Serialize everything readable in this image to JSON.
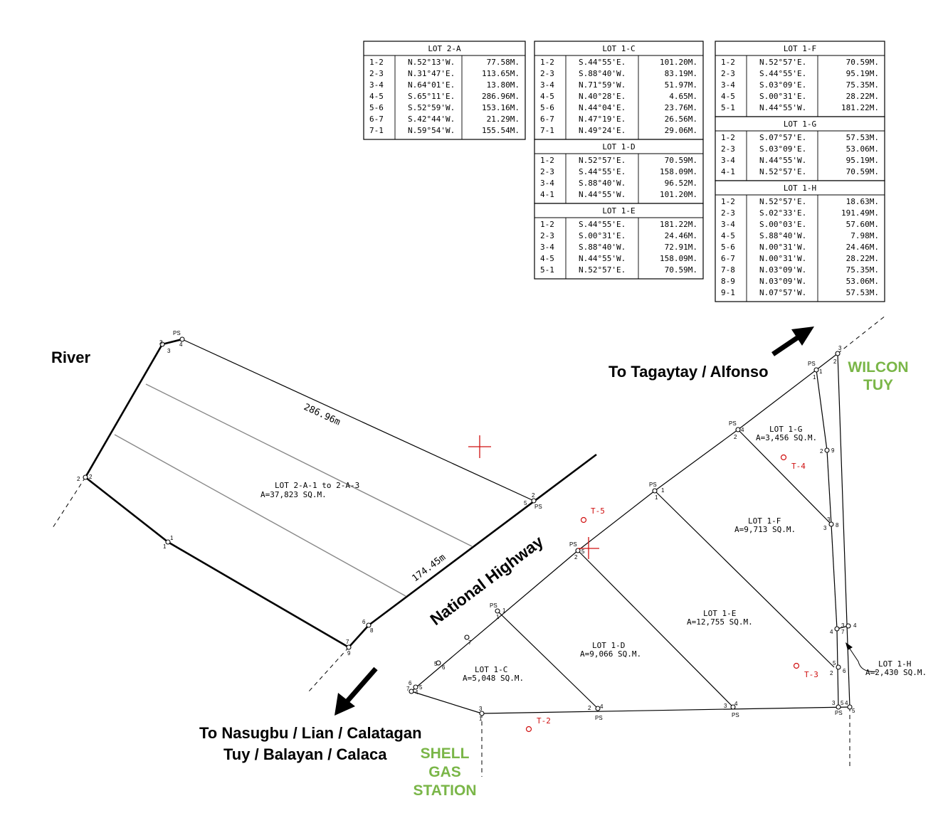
{
  "tables": [
    {
      "id": "t2a",
      "title": "LOT 2-A",
      "rows": [
        [
          "1-2",
          "N.52°13'W.",
          "77.58M."
        ],
        [
          "2-3",
          "N.31°47'E.",
          "113.65M."
        ],
        [
          "3-4",
          "N.64°01'E.",
          "13.80M."
        ],
        [
          "4-5",
          "S.65°11'E.",
          "286.96M."
        ],
        [
          "5-6",
          "S.52°59'W.",
          "153.16M."
        ],
        [
          "6-7",
          "S.42°44'W.",
          "21.29M."
        ],
        [
          "7-1",
          "N.59°54'W.",
          "155.54M."
        ]
      ]
    },
    {
      "id": "t1c",
      "title": "LOT 1-C",
      "rows": [
        [
          "1-2",
          "S.44°55'E.",
          "101.20M."
        ],
        [
          "2-3",
          "S.88°40'W.",
          "83.19M."
        ],
        [
          "3-4",
          "N.71°59'W.",
          "51.97M."
        ],
        [
          "4-5",
          "N.40°28'E.",
          "4.65M."
        ],
        [
          "5-6",
          "N.44°04'E.",
          "23.76M."
        ],
        [
          "6-7",
          "N.47°19'E.",
          "26.56M."
        ],
        [
          "7-1",
          "N.49°24'E.",
          "29.06M."
        ]
      ]
    },
    {
      "id": "t1d",
      "title": "LOT 1-D",
      "rows": [
        [
          "1-2",
          "N.52°57'E.",
          "70.59M."
        ],
        [
          "2-3",
          "S.44°55'E.",
          "158.09M."
        ],
        [
          "3-4",
          "S.88°40'W.",
          "96.52M."
        ],
        [
          "4-1",
          "N.44°55'W.",
          "101.20M."
        ]
      ]
    },
    {
      "id": "t1e",
      "title": "LOT 1-E",
      "rows": [
        [
          "1-2",
          "S.44°55'E.",
          "181.22M."
        ],
        [
          "2-3",
          "S.00°31'E.",
          "24.46M."
        ],
        [
          "3-4",
          "S.88°40'W.",
          "72.91M."
        ],
        [
          "4-5",
          "N.44°55'W.",
          "158.09M."
        ],
        [
          "5-1",
          "N.52°57'E.",
          "70.59M."
        ]
      ]
    },
    {
      "id": "t1f",
      "title": "LOT 1-F",
      "rows": [
        [
          "1-2",
          "N.52°57'E.",
          "70.59M."
        ],
        [
          "2-3",
          "S.44°55'E.",
          "95.19M."
        ],
        [
          "3-4",
          "S.03°09'E.",
          "75.35M."
        ],
        [
          "4-5",
          "S.00°31'E.",
          "28.22M."
        ],
        [
          "5-1",
          "N.44°55'W.",
          "181.22M."
        ]
      ]
    },
    {
      "id": "t1g",
      "title": "LOT 1-G",
      "rows": [
        [
          "1-2",
          "S.07°57'E.",
          "57.53M."
        ],
        [
          "2-3",
          "S.03°09'E.",
          "53.06M."
        ],
        [
          "3-4",
          "N.44°55'W.",
          "95.19M."
        ],
        [
          "4-1",
          "N.52°57'E.",
          "70.59M."
        ]
      ]
    },
    {
      "id": "t1h",
      "title": "LOT 1-H",
      "rows": [
        [
          "1-2",
          "N.52°57'E.",
          "18.63M."
        ],
        [
          "2-3",
          "S.02°33'E.",
          "191.49M."
        ],
        [
          "3-4",
          "S.00°03'E.",
          "57.60M."
        ],
        [
          "4-5",
          "S.88°40'W.",
          "7.98M."
        ],
        [
          "5-6",
          "N.00°31'W.",
          "24.46M."
        ],
        [
          "6-7",
          "N.00°31'W.",
          "28.22M."
        ],
        [
          "7-8",
          "N.03°09'W.",
          "75.35M."
        ],
        [
          "8-9",
          "N.03°09'W.",
          "53.06M."
        ],
        [
          "9-1",
          "N.07°57'W.",
          "57.53M."
        ]
      ]
    }
  ],
  "labels": {
    "river": "River",
    "to_tagaytay": "To Tagaytay / Alfonso",
    "to_nasugbu_1": "To Nasugbu / Lian / Calatagan",
    "to_nasugbu_2": "Tuy / Balayan / Calaca",
    "highway": "National Highway",
    "wilcon_1": "WILCON",
    "wilcon_2": "TUY",
    "shell_1": "SHELL",
    "shell_2": "GAS",
    "shell_3": "STATION",
    "dist_top": "286.96m",
    "dist_road": "174.45m",
    "lot2a_name": "LOT 2-A-1 to 2-A-3",
    "lot2a_area": "A=37,823 SQ.M.",
    "lot1c_name": "LOT 1-C",
    "lot1c_area": "A=5,048 SQ.M.",
    "lot1d_name": "LOT 1-D",
    "lot1d_area": "A=9,066 SQ.M.",
    "lot1e_name": "LOT 1-E",
    "lot1e_area": "A=12,755 SQ.M.",
    "lot1f_name": "LOT 1-F",
    "lot1f_area": "A=9,713 SQ.M.",
    "lot1g_name": "LOT 1-G",
    "lot1g_area": "A=3,456 SQ.M.",
    "lot1h_name": "LOT 1-H",
    "lot1h_area": "A=2,430 SQ.M.",
    "t2": "T-2",
    "t3": "T-3",
    "t4": "T-4",
    "t5": "T-5",
    "ps": "PS"
  }
}
